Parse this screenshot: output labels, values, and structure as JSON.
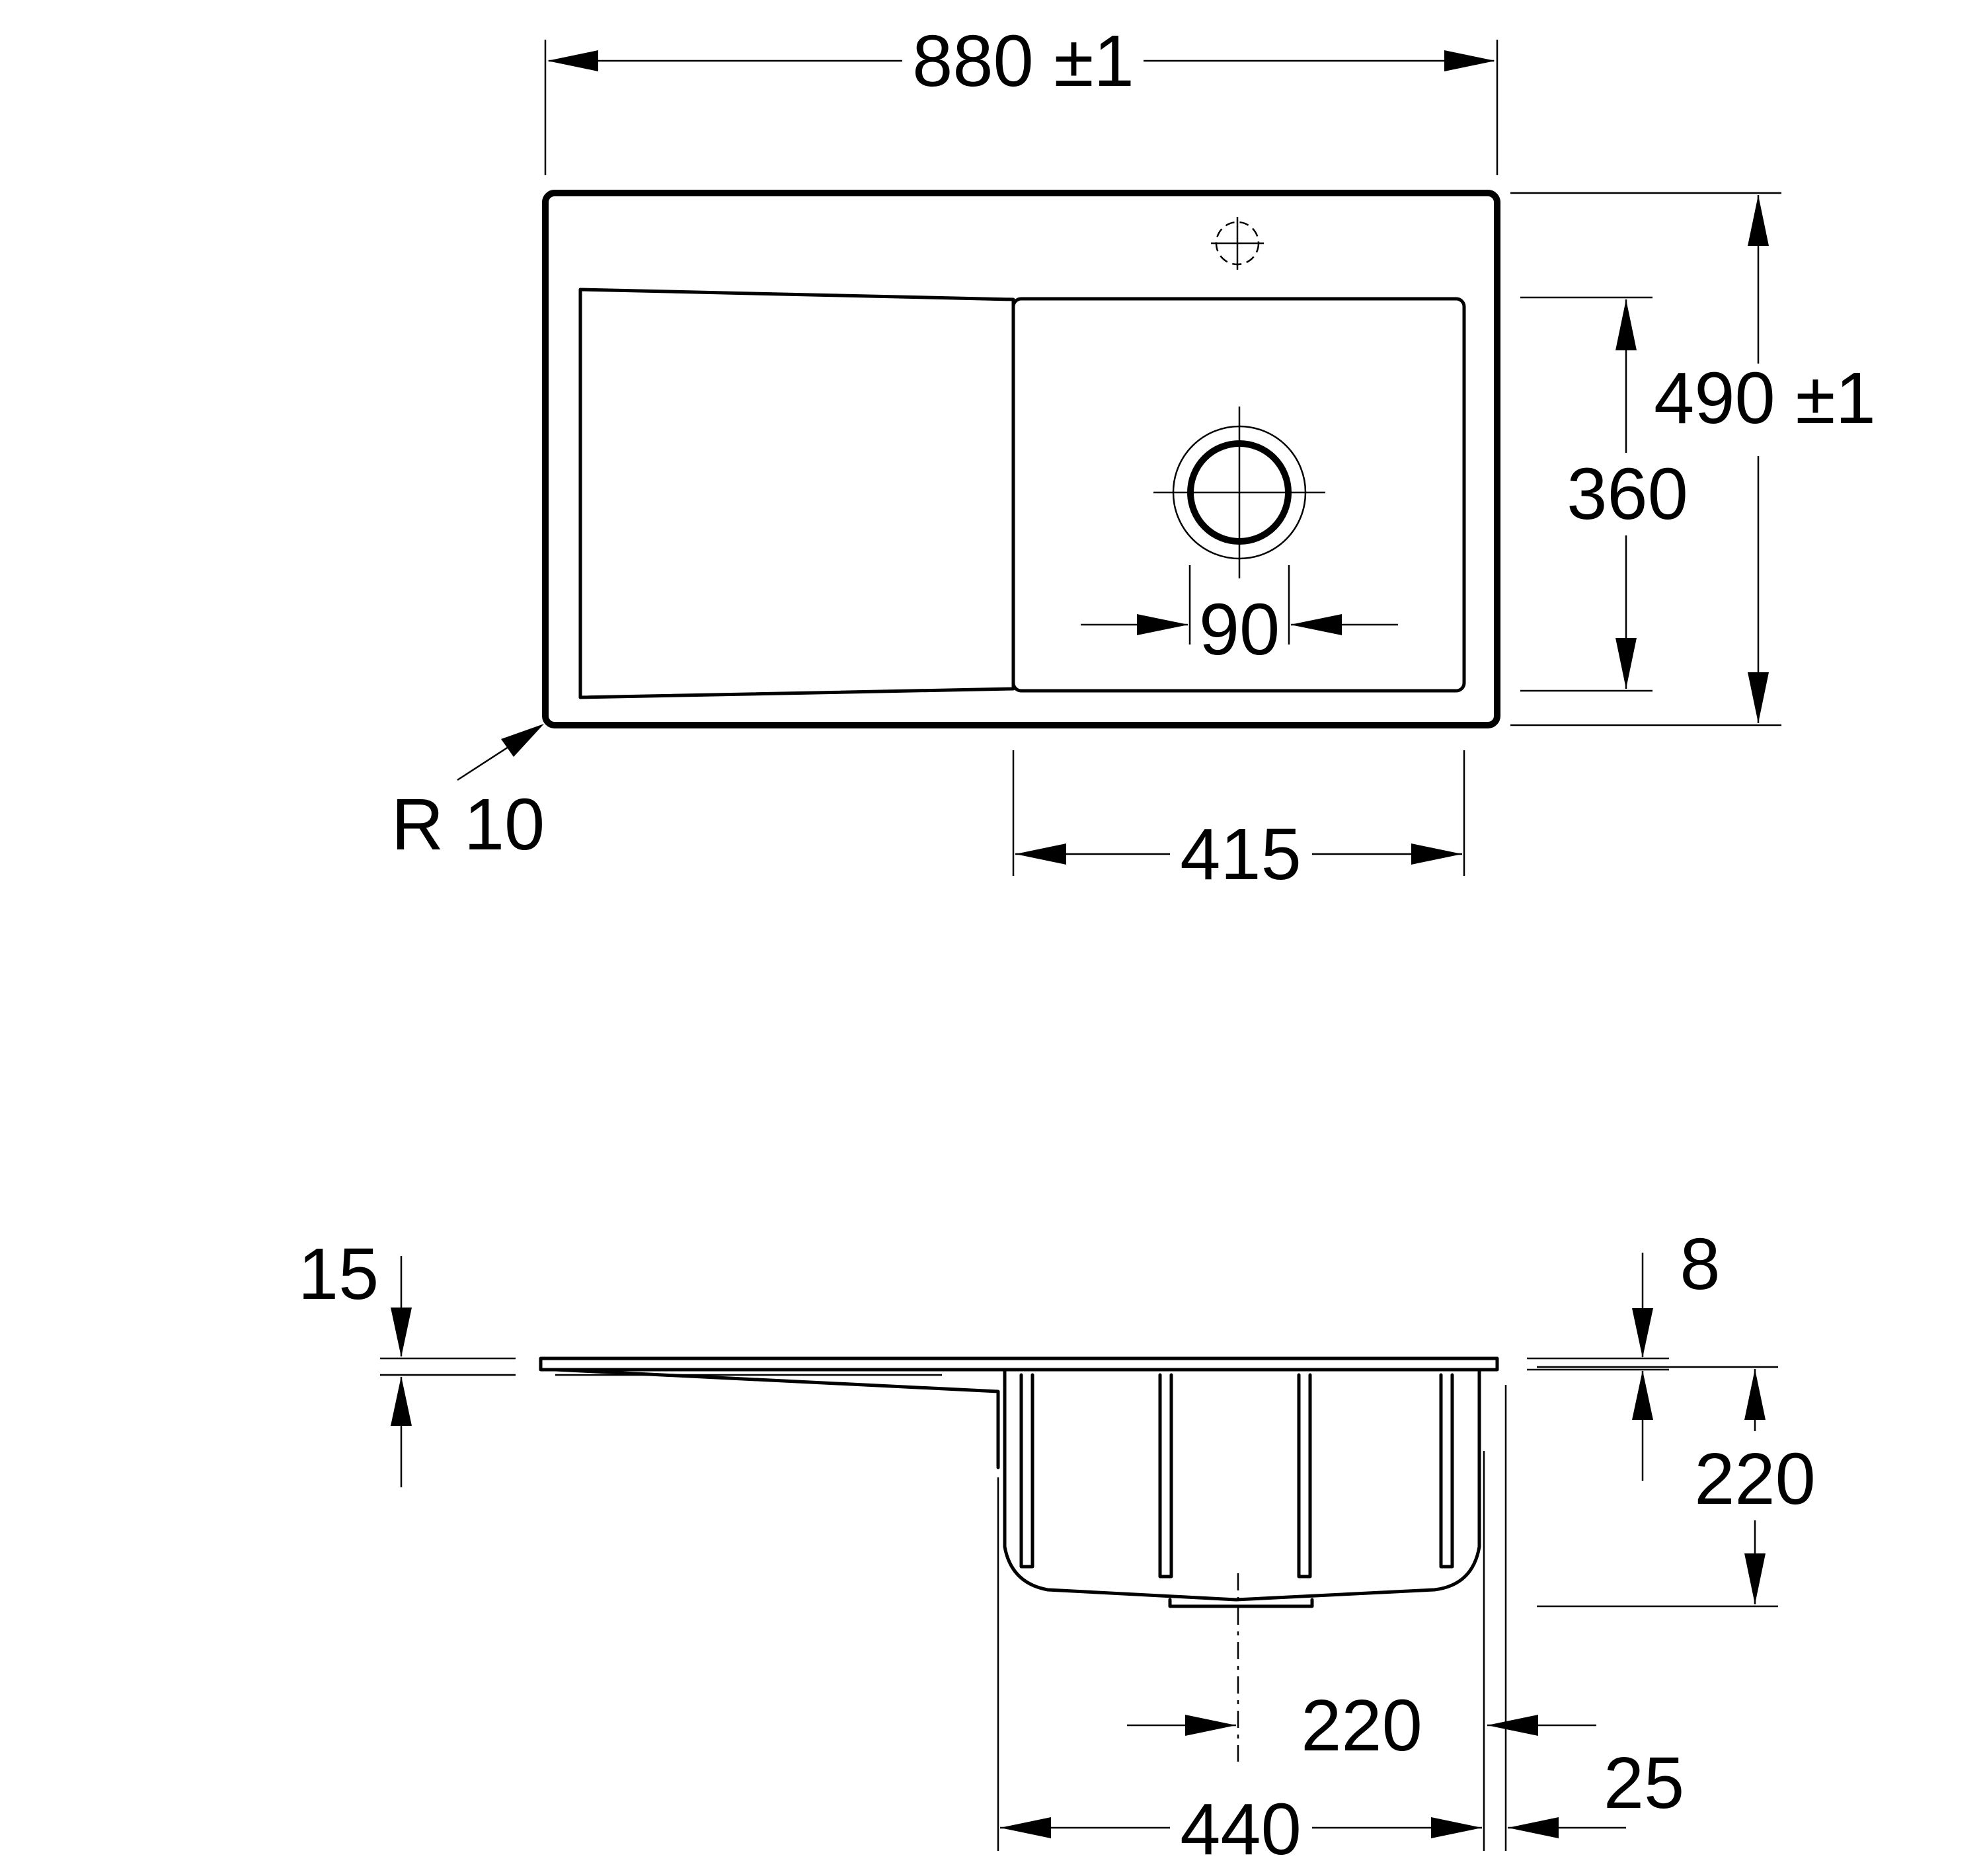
{
  "dimensions": {
    "overall_width": "880 ±1",
    "overall_depth": "490 ±1",
    "bowl_depth": "360",
    "drain_diameter": "90",
    "bowl_width": "415",
    "corner_radius": "R 10",
    "drainer_thickness": "15",
    "rim_thickness": "8",
    "bowl_height": "220",
    "drain_offset": "220",
    "bowl_outer_width": "440",
    "overhang": "25"
  }
}
